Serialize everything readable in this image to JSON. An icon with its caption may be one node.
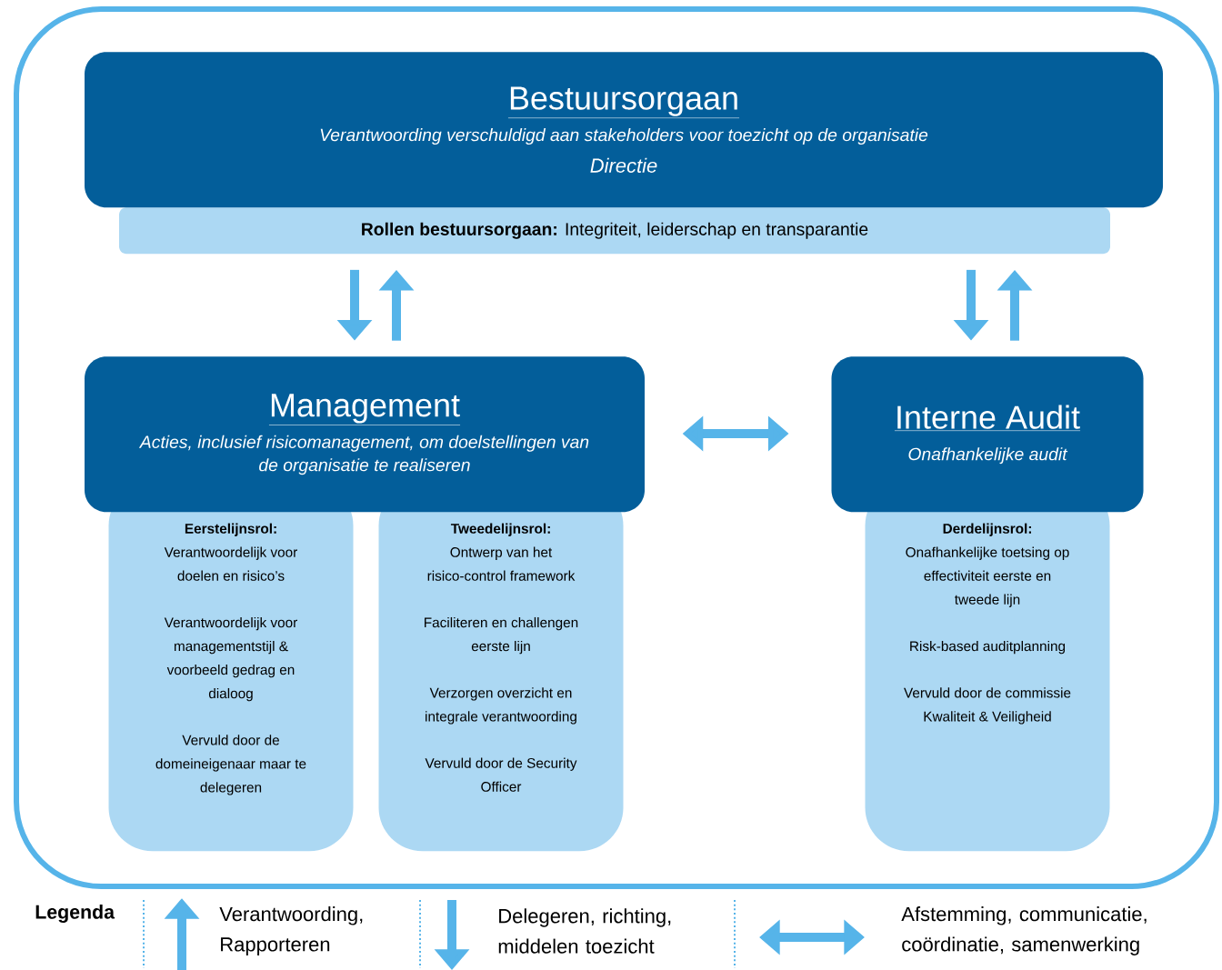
{
  "diagram": {
    "nodes": [
      {
        "text": [
          "Bestuursorgaan",
          "Verantwoording verschuldigd aan stakeholders voor toezicht op de organisatie",
          "Directie"
        ]
      },
      {
        "text": [
          "**Rollen bestuursorgaan:** Integriteit, leiderschap en transparantie"
        ]
      },
      {
        "text": [
          "Management",
          "Acties, inclusief risicomanagement, om doelstellingen van de organisatie te realiseren"
        ]
      },
      {
        "text": [
          "Interne Audit",
          "Onafhankelijke audit"
        ]
      },
      {
        "text": [
          "Eerstelijnsrol:",
          "Verantwoordelijk voor doelen en risico’s",
          "Verantwoordelijk voor managementstijl & voorbeeld gedrag en dialoog",
          "Vervuld door de domeineigenaar maar te delegeren"
        ]
      },
      {
        "text": [
          "Tweedelijnsrol:",
          "Ontwerp van het risico-control framework",
          "Faciliteren en challengen eerste lijn",
          "Verzorgen overzicht en integrale verantwoording",
          "Vervuld door de Security Officer"
        ]
      },
      {
        "text": [
          "Derdelijnsrol:",
          "Onafhankelijke toetsing op effectiviteit eerste en tweede lijn",
          "Risk-based auditplanning",
          "Vervuld door de commissie Kwaliteit & Veiligheid"
        ]
      }
    ],
    "edges": [
      {
        "from": 1,
        "to": 2,
        "arrow": "to"
      },
      {
        "from": 2,
        "to": 1,
        "arrow": "to"
      },
      {
        "from": 1,
        "to": 3,
        "arrow": "to"
      },
      {
        "from": 3,
        "to": 1,
        "arrow": "to"
      },
      {
        "from": 2,
        "to": 3,
        "arrow": "both"
      }
    ],
    "labels": [
      "Legenda"
    ],
    "legend": [
      {
        "text": "Verantwoording, Rapporteren"
      },
      {
        "text": "Delegeren, richting, middelen toezicht"
      },
      {
        "text": "Afstemming, communicatie, coördinatie, samenwerking"
      }
    ]
  }
}
